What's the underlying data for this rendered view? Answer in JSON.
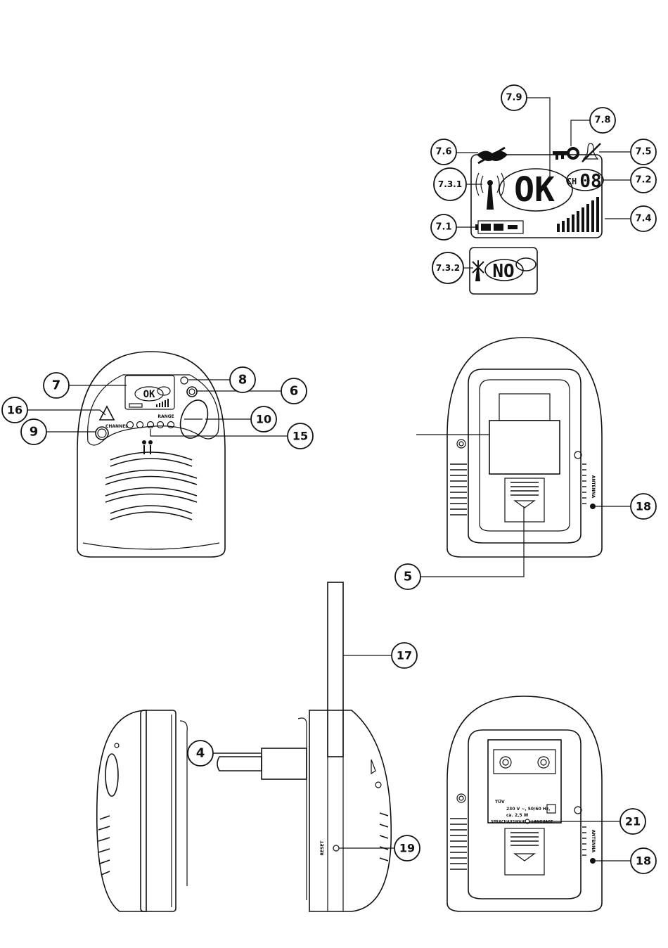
{
  "lcd": {
    "display_main": "OK",
    "display_channel_prefix": "CH",
    "display_channel": "08",
    "display_alt": "NO"
  },
  "device": {
    "button_channel_label": "CHANNEL",
    "range_label": "RANGE",
    "antenna_label": "ANTENNA",
    "reset_label": "RESET",
    "power_label": "230 V ~, 50/60 Hz,",
    "power_consumption": "ca. 2,5 W",
    "language_label_left": "SPRACHAUSWAHL",
    "language_label_right": "LANGUAGE",
    "cert_mark": "TÜV"
  },
  "callouts": {
    "c79": "7.9",
    "c78": "7.8",
    "c76": "7.6",
    "c75": "7.5",
    "c731": "7.3.1",
    "c72": "7.2",
    "c71": "7.1",
    "c74": "7.4",
    "c732": "7.3.2",
    "c7": "7",
    "c8": "8",
    "c6": "6",
    "c16": "16",
    "c10": "10",
    "c9": "9",
    "c15": "15",
    "c18a": "18",
    "c5": "5",
    "c17": "17",
    "c4": "4",
    "c19": "19",
    "c21": "21",
    "c18b": "18"
  }
}
